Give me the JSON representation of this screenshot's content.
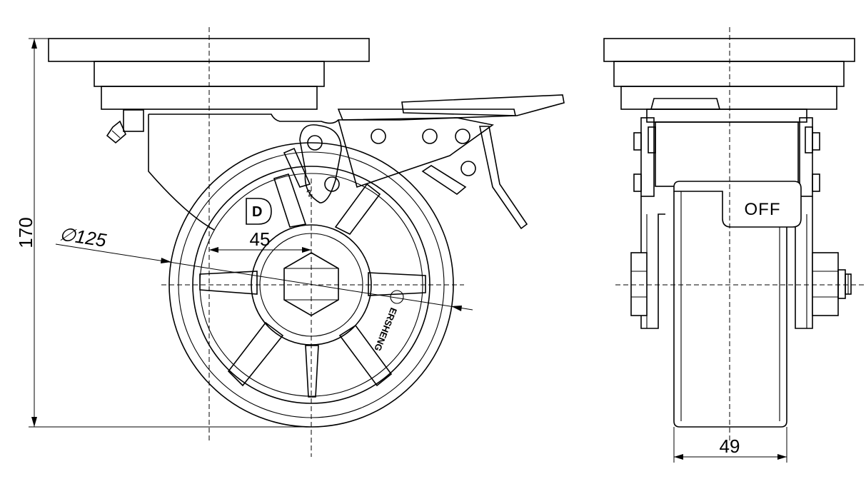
{
  "drawing": {
    "dimensions": {
      "height": "170",
      "diameter": "∅125",
      "offset": "45",
      "width": "49"
    },
    "labels": {
      "brake_state": "OFF",
      "brand_mark": "D",
      "hub_text": "ERSHENG"
    }
  }
}
